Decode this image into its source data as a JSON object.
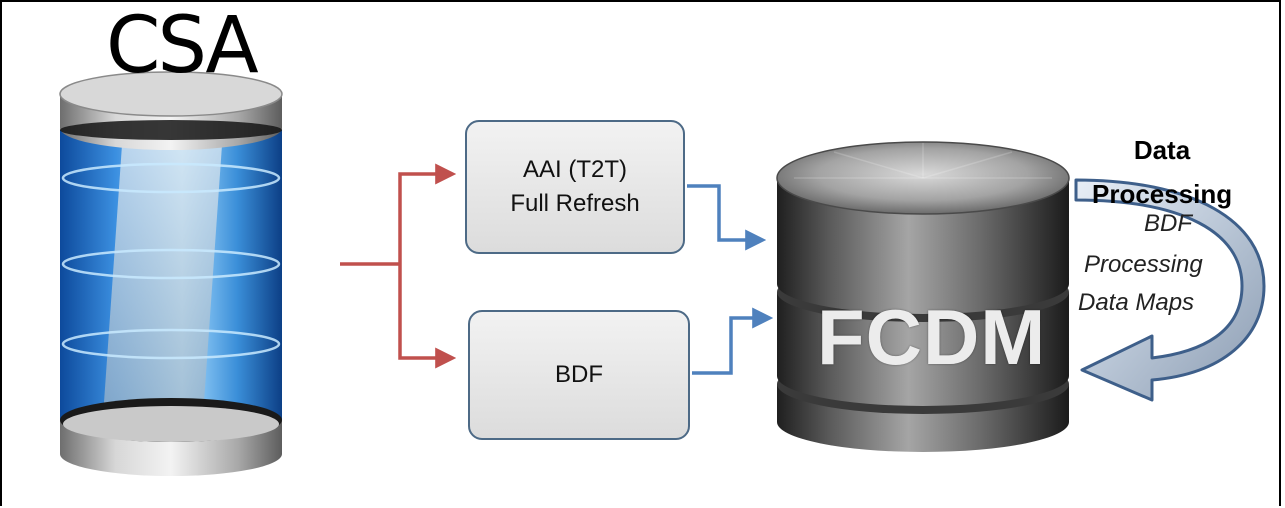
{
  "csa": {
    "title": "CSA"
  },
  "boxes": {
    "aai": {
      "line1": "AAI (T2T)",
      "line2": "Full Refresh"
    },
    "bdf": {
      "label": "BDF"
    }
  },
  "fcdm": {
    "label": "FCDM"
  },
  "data_processing": {
    "title_line1": "Data",
    "title_line2": "Processing",
    "items": [
      "BDF",
      "Processing",
      "Data Maps"
    ]
  },
  "colors": {
    "red_connector": "#c0504d",
    "blue_connector": "#4f81bd",
    "box_border": "#4d6a86",
    "cycle_arrow_border": "#3e5f8a"
  }
}
